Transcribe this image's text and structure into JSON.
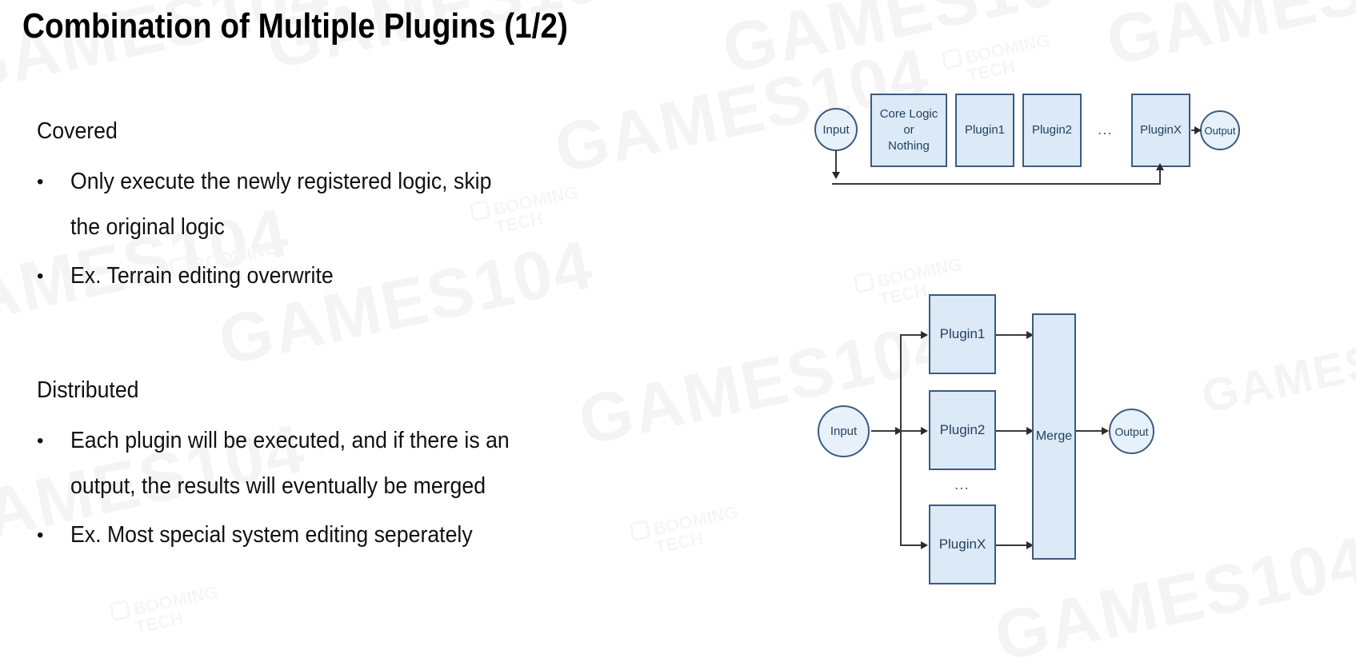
{
  "slide": {
    "title": "Combination of Multiple Plugins (1/2)",
    "sections": [
      {
        "heading": "Covered",
        "bullets": [
          "Only execute the newly registered logic, skip\nthe original logic",
          "Ex. Terrain editing overwrite"
        ]
      },
      {
        "heading": "Distributed",
        "bullets": [
          "Each plugin will be executed, and if there is an\noutput, the results will eventually be merged",
          "Ex. Most special system editing seperately"
        ]
      }
    ],
    "bullet_marker": "•"
  },
  "diagram_covered": {
    "input_label": "Input",
    "core_label": "Core Logic\nor\nNothing",
    "plugin1_label": "Plugin1",
    "plugin2_label": "Plugin2",
    "ellipsis_label": "...",
    "pluginx_label": "PluginX",
    "output_label": "Output"
  },
  "diagram_distributed": {
    "input_label": "Input",
    "plugin1_label": "Plugin1",
    "plugin2_label": "Plugin2",
    "ellipsis_label": "...",
    "pluginx_label": "PluginX",
    "merge_label": "Merge",
    "output_label": "Output"
  },
  "watermarks": {
    "brand": "GAMES104",
    "company_line1": "BOOMING",
    "company_line2": "TECH"
  },
  "colors": {
    "node_fill": "#dce9f7",
    "node_border": "#3d5a80",
    "node_text": "#24425f",
    "circle_fill": "#e7f1fa",
    "line": "#3a3a3a",
    "title_text": "#000000",
    "body_text": "#111111",
    "watermark": "#f4f4f4",
    "background": "#ffffff"
  }
}
